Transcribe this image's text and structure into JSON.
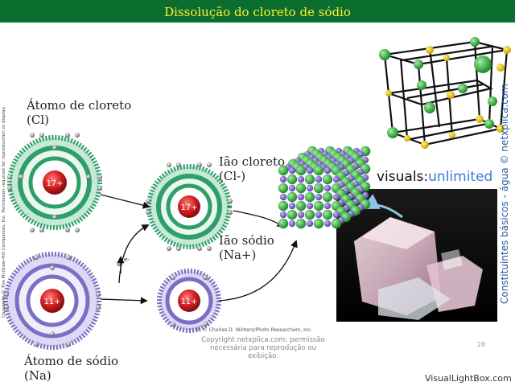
{
  "title": "Dissolução do cloreto de sódio",
  "labels": {
    "chlorine_atom_line1": "Átomo de cloreto",
    "chlorine_atom_line2": "(Cl)",
    "sodium_atom_line1": "Átomo de sódio",
    "sodium_atom_line2": "(Na)",
    "chloride_ion_line1": "Ião cloreto",
    "chloride_ion_line2": "(Cl-)",
    "sodium_ion_line1": "Ião sódio",
    "sodium_ion_line2": "(Na+)"
  },
  "nuclei": {
    "chlorine": "17+",
    "sodium": "11+"
  },
  "electron_symbol": "e-",
  "credit_photo": "b: © Charles D. Winters/Photo Researchers, Inc.",
  "credit_copy_line1": "Copyright netxplica.com: permissão",
  "credit_copy_line2": "necessária para reprodução ou exibição.",
  "page_number": "28",
  "watermark": "VisualLightBox.com",
  "left_copyright": "Copyright © The McGraw-Hill Companies, Inc. Permission required for reproduction or display.",
  "right_vertical": "Constituintes básicos - água © netxplica.com",
  "visuals_logo_a": "visuals:",
  "visuals_logo_b": "unlimited",
  "colors": {
    "title_bg": "#0b6e2e",
    "title_text": "#ffee33",
    "chlorine_shell": "#2e9e6a",
    "sodium_shell": "#7a6fc2",
    "nucleus": "#d42020"
  }
}
